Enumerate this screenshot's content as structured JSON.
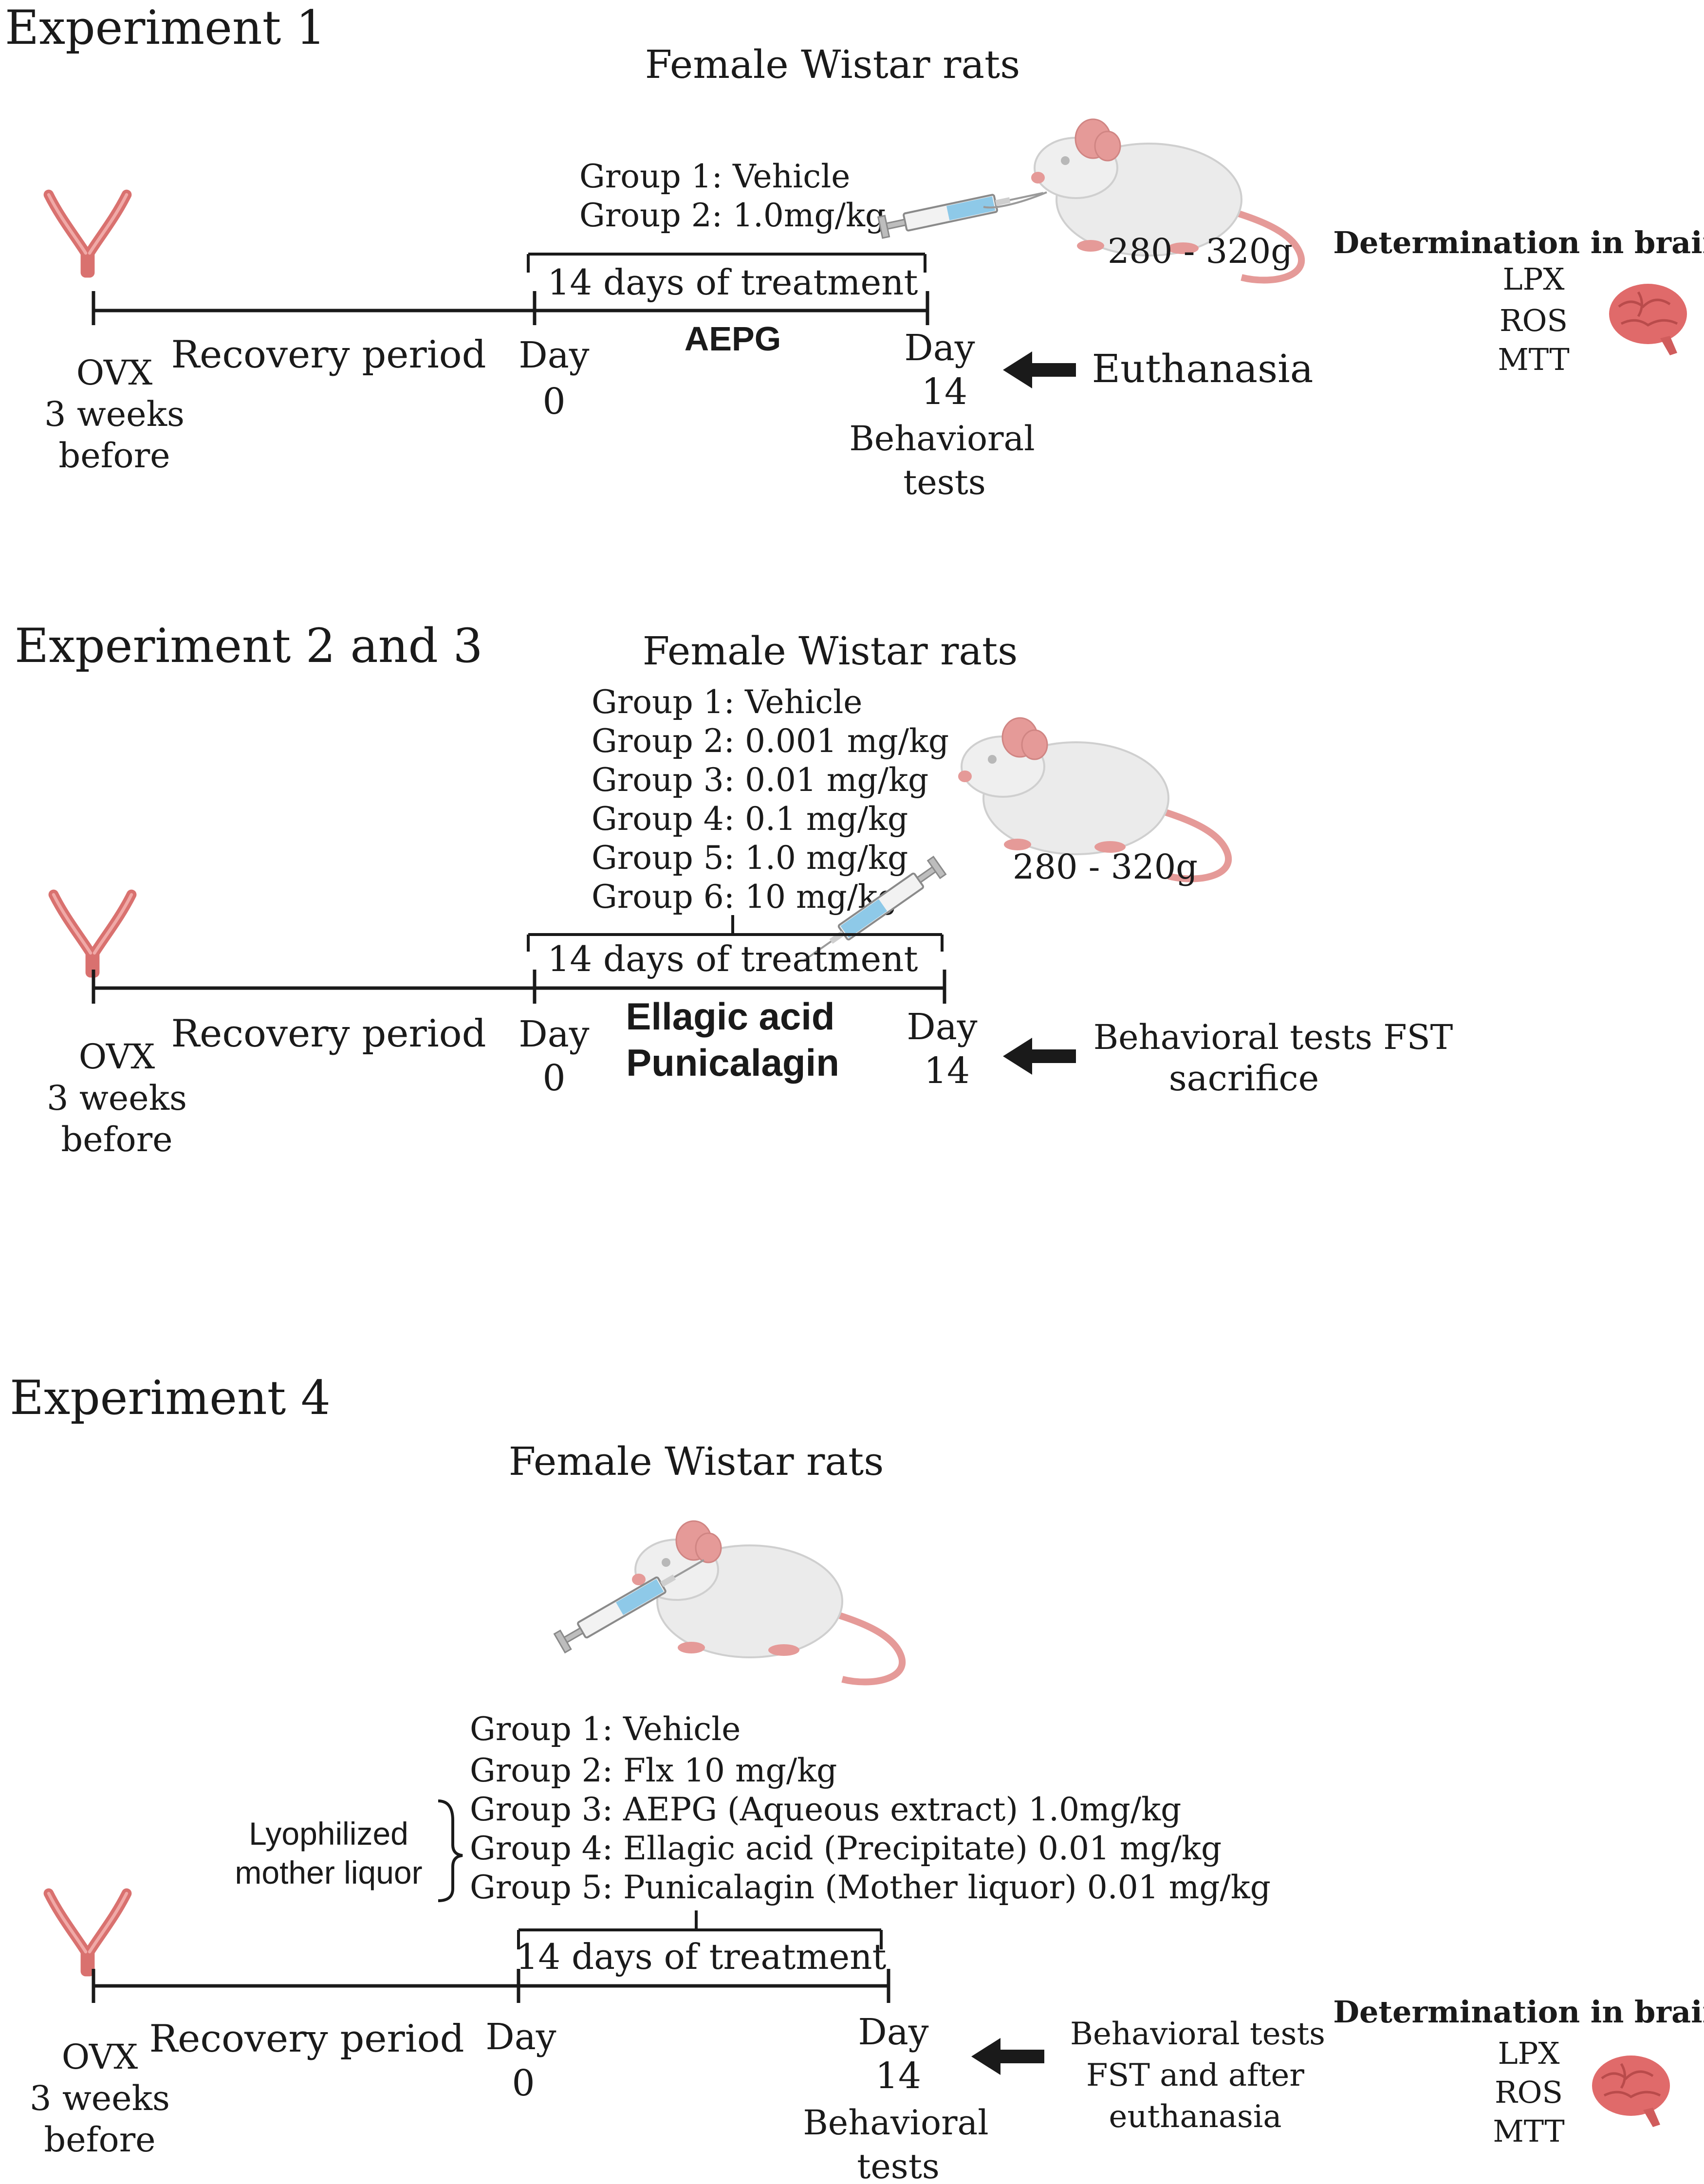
{
  "colors": {
    "text": "#1a1a1a",
    "uterus": "#d9716f",
    "brain": "#e06a6a",
    "rat_body": "#ebebeb",
    "rat_pink": "#e59a98",
    "syringe_fluid": "#8ec9e8"
  },
  "experiment1": {
    "title": "Experiment 1",
    "subject": "Female Wistar rats",
    "groups": [
      "Group 1: Vehicle",
      "Group 2: 1.0mg/kg"
    ],
    "weight": "280 - 320g",
    "treatment": "14 days of treatment",
    "compound": "AEPG",
    "ovx": [
      "OVX",
      "3 weeks",
      "before"
    ],
    "recovery": "Recovery period",
    "day0": [
      "Day",
      "0"
    ],
    "day14": [
      "Day",
      "14"
    ],
    "day14_note": [
      "Behavioral",
      "tests"
    ],
    "outcome": "Euthanasia",
    "determination": "Determination in  brain",
    "assays": [
      "LPX",
      "ROS",
      "MTT"
    ]
  },
  "experiment23": {
    "title": "Experiment 2 and 3",
    "subject": "Female Wistar rats",
    "groups": [
      "Group 1: Vehicle",
      "Group 2: 0.001 mg/kg",
      "Group 3: 0.01 mg/kg",
      "Group 4: 0.1 mg/kg",
      "Group 5: 1.0 mg/kg",
      "Group 6: 10 mg/kg"
    ],
    "weight": "280 - 320g",
    "treatment": "14 days of treatment",
    "compounds": [
      "Ellagic acid",
      "Punicalagin"
    ],
    "ovx": [
      "OVX",
      "3 weeks",
      "before"
    ],
    "recovery": "Recovery period",
    "day0": [
      "Day",
      "0"
    ],
    "day14": [
      "Day",
      "14"
    ],
    "outcome": [
      "Behavioral tests FST",
      "sacrifice"
    ]
  },
  "experiment4": {
    "title": "Experiment 4",
    "subject": "Female Wistar rats",
    "groups": [
      "Group 1: Vehicle",
      "Group 2: Flx 10 mg/kg",
      "Group 3: AEPG (Aqueous extract) 1.0mg/kg",
      "Group 4: Ellagic acid (Precipitate) 0.01 mg/kg",
      "Group 5: Punicalagin (Mother liquor) 0.01 mg/kg"
    ],
    "brace_label": [
      "Lyophilized",
      "mother liquor"
    ],
    "treatment": "14 days of treatment",
    "ovx": [
      "OVX",
      "3 weeks",
      "before"
    ],
    "recovery": "Recovery period",
    "day0": [
      "Day",
      "0"
    ],
    "day14": [
      "Day",
      "14"
    ],
    "day14_note": [
      "Behavioral",
      "tests"
    ],
    "outcome": [
      "Behavioral tests",
      "FST and  after",
      "euthanasia"
    ],
    "determination": "Determination in  brain",
    "assays": [
      "LPX",
      "ROS",
      "MTT"
    ]
  }
}
